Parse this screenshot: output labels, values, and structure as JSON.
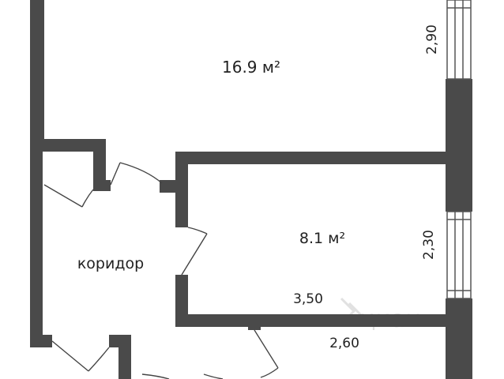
{
  "colors": {
    "wall": "#4a4a4a",
    "door_line": "#444444",
    "window_line": "#555555",
    "text": "#222222",
    "watermark": "#d8d8d8",
    "background": "#ffffff"
  },
  "rooms": {
    "room_large": {
      "area": "16.9 м²"
    },
    "room_small": {
      "area": "8.1 м²"
    },
    "corridor": {
      "label": "коридор"
    }
  },
  "dimensions": {
    "large_room_height": "2,90",
    "small_room_height": "2,30",
    "small_room_width": "3,50",
    "lower_width": "2,60"
  },
  "watermark": {
    "brand": "циан",
    "partial_id": "57"
  }
}
